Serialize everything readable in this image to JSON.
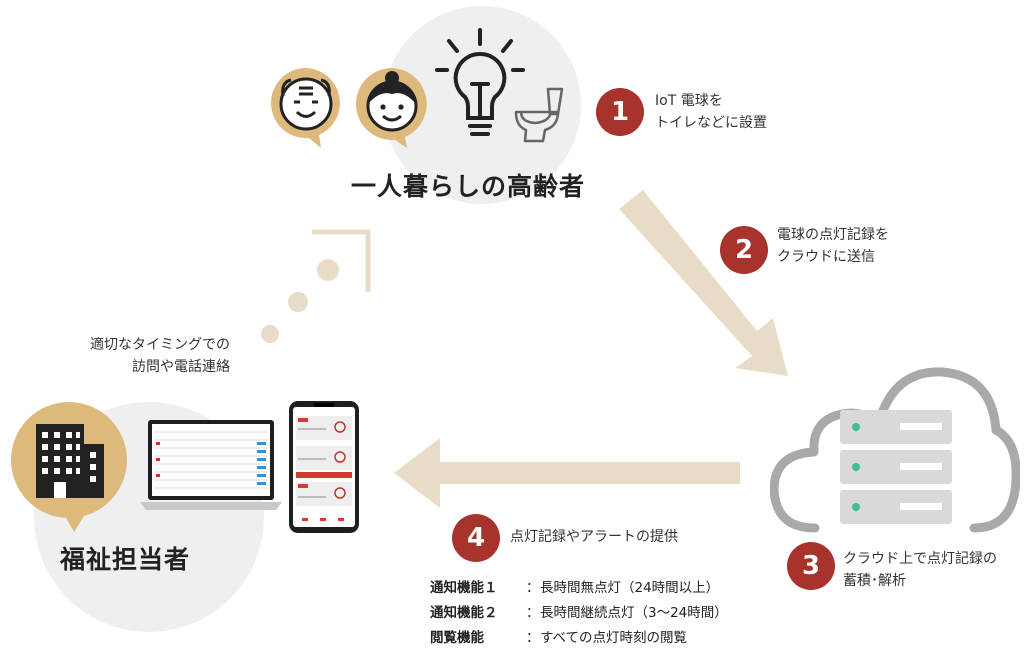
{
  "colors": {
    "accent": "#a8322c",
    "arrow": "#e9dcc7",
    "face": "#ddb97c",
    "circle": "#efefef",
    "cloud_stroke": "#a9a9a9",
    "led": "#3ebc97"
  },
  "elderly": {
    "label": "一人暮らしの高齢者",
    "icons": [
      "elderly-man-face-icon",
      "elderly-woman-face-icon",
      "light-bulb-icon",
      "toilet-icon"
    ]
  },
  "steps": [
    {
      "number": "1",
      "text": "IoT 電球を\nトイレなどに設置"
    },
    {
      "number": "2",
      "text": "電球の点灯記録を\nクラウドに送信"
    },
    {
      "number": "3",
      "text": "クラウド上で点灯記録の\n蓄積･解析"
    },
    {
      "number": "4",
      "text": "点灯記録やアラートの提供"
    }
  ],
  "visit_note": "適切なタイミングでの\n訪問や電話連絡",
  "welfare": {
    "label": "福祉担当者",
    "icons": [
      "office-building-icon",
      "laptop-icon",
      "smartphone-icon"
    ]
  },
  "features": [
    {
      "name": "通知機能１",
      "sep": "：",
      "desc": "長時間無点灯（24時間以上）"
    },
    {
      "name": "通知機能２",
      "sep": "：",
      "desc": "長時間継続点灯（3〜24時間）"
    },
    {
      "name": "閲覧機能",
      "sep": "：",
      "desc": "すべての点灯時刻の閲覧"
    }
  ],
  "cloud": {
    "icons": [
      "cloud-server-icon"
    ]
  }
}
